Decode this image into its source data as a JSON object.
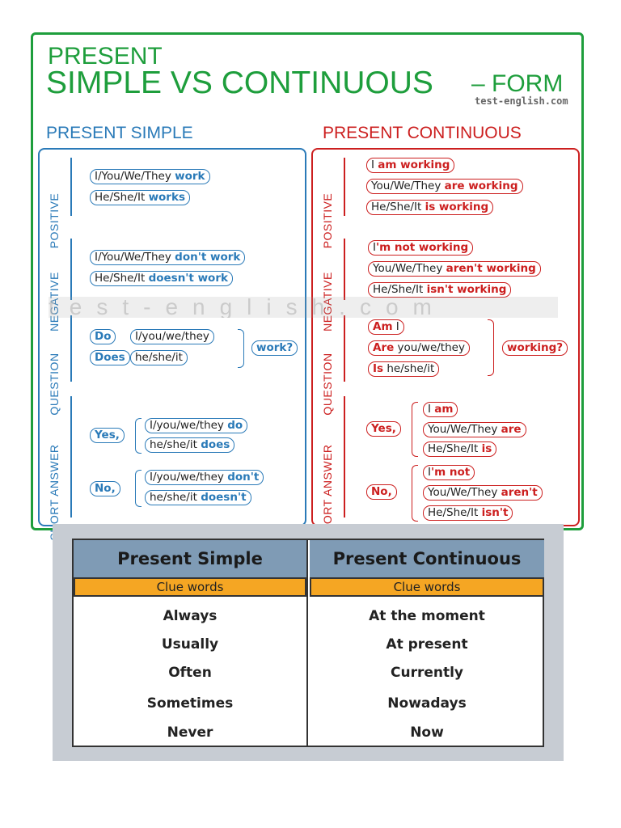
{
  "header": {
    "line1": "PRESENT",
    "line2": "SIMPLE VS CONTINUOUS",
    "line3": "– FORM",
    "brand": "test-english.com"
  },
  "simple": {
    "title": "PRESENT SIMPLE",
    "labels": {
      "positive": "POSITIVE",
      "negative": "NEGATIVE",
      "question": "QUESTION",
      "short_answer": "SHORT ANSWER"
    },
    "positive": [
      {
        "subject": "I/You/We/They ",
        "verb": "work"
      },
      {
        "subject": "He/She/It ",
        "verb": "works"
      }
    ],
    "negative": [
      {
        "subject": "I/You/We/They ",
        "verb": "don't work"
      },
      {
        "subject": "He/She/It ",
        "verb": "doesn't work"
      }
    ],
    "question": {
      "aux": [
        "Do",
        "Does"
      ],
      "subjects": [
        "I/you/we/they",
        "he/she/it"
      ],
      "verb": "work?"
    },
    "short_answer": {
      "yes": "Yes,",
      "yes_items": [
        {
          "subject": "I/you/we/they ",
          "verb": "do"
        },
        {
          "subject": "he/she/it ",
          "verb": "does"
        }
      ],
      "no": "No,",
      "no_items": [
        {
          "subject": "I/you/we/they ",
          "verb": "don't"
        },
        {
          "subject": "he/she/it ",
          "verb": "doesn't"
        }
      ]
    }
  },
  "continuous": {
    "title": "PRESENT CONTINUOUS",
    "labels": {
      "positive": "POSITIVE",
      "negative": "NEGATIVE",
      "question": "QUESTION",
      "short_answer": "SHORT ANSWER"
    },
    "positive": [
      {
        "subject": "I ",
        "verb": "am working"
      },
      {
        "subject": "You/We/They ",
        "verb": "are working"
      },
      {
        "subject": "He/She/It ",
        "verb": "is working"
      }
    ],
    "negative": [
      {
        "subject": "I",
        "verb": "'m not working"
      },
      {
        "subject": "You/We/They ",
        "verb": "aren't working"
      },
      {
        "subject": "He/She/It ",
        "verb": "isn't working"
      }
    ],
    "question": [
      {
        "aux": "Am",
        "rest": " I"
      },
      {
        "aux": "Are",
        "rest": " you/we/they"
      },
      {
        "aux": "Is",
        "rest": " he/she/it"
      }
    ],
    "question_verb": "working?",
    "short_answer": {
      "yes": "Yes,",
      "yes_items": [
        {
          "subject": "I ",
          "verb": "am"
        },
        {
          "subject": "You/We/They ",
          "verb": "are"
        },
        {
          "subject": "He/She/It ",
          "verb": "is"
        }
      ],
      "no": "No,",
      "no_items": [
        {
          "subject": "I",
          "verb": "'m not"
        },
        {
          "subject": "You/We/They ",
          "verb": "aren't"
        },
        {
          "subject": "He/She/It ",
          "verb": "isn't"
        }
      ]
    }
  },
  "watermark": "test-english.com",
  "clue_table": {
    "simple_head": "Present Simple",
    "continuous_head": "Present Continuous",
    "sub_label": "Clue words",
    "simple_words": [
      "Always",
      "Usually",
      "Often",
      "Sometimes",
      "Never"
    ],
    "continuous_words": [
      "At the moment",
      "At present",
      "Currently",
      "Nowadays",
      "Now"
    ]
  },
  "colors": {
    "green": "#1e9e3c",
    "blue": "#2a7ab8",
    "red": "#cc1f1f",
    "orange": "#f5a623",
    "steel": "#7f9bb5"
  }
}
